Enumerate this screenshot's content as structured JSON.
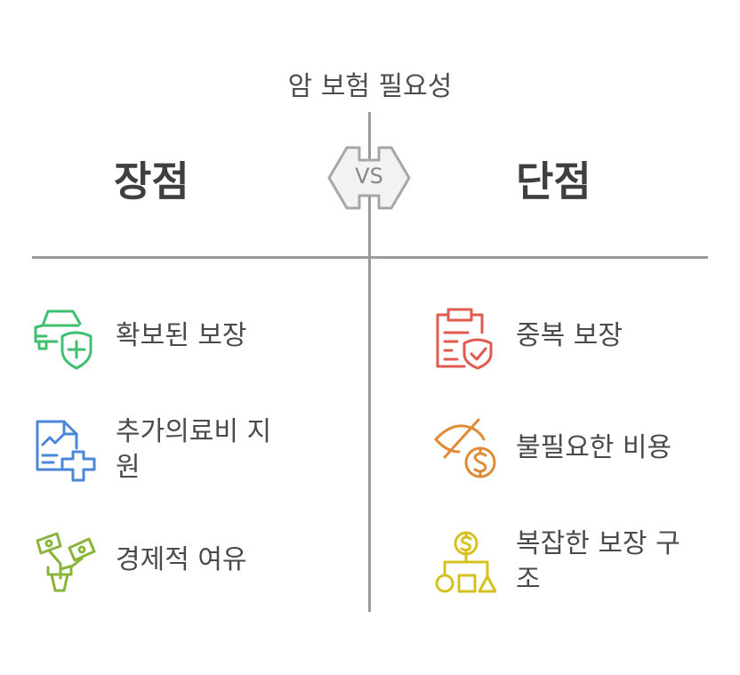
{
  "title": "암 보험 필요성",
  "headings": {
    "pros": "장점",
    "cons": "단점"
  },
  "vs_label": "VS",
  "pros": [
    {
      "label": "확보된 보장",
      "icon": "car-shield-icon",
      "color": "#3fbf6f"
    },
    {
      "label": "추가의료비 지원",
      "icon": "medical-document-plus-icon",
      "color": "#4a86d9"
    },
    {
      "label": "경제적 여유",
      "icon": "money-plant-icon",
      "color": "#8ab43a"
    }
  ],
  "cons": [
    {
      "label": "중복 보장",
      "icon": "clipboard-shield-icon",
      "color": "#e05a50"
    },
    {
      "label": "불필요한 비용",
      "icon": "hidden-cost-icon",
      "color": "#e08a35"
    },
    {
      "label": "복잡한 보장 구조",
      "icon": "money-flowchart-icon",
      "color": "#d6c21f"
    }
  ]
}
